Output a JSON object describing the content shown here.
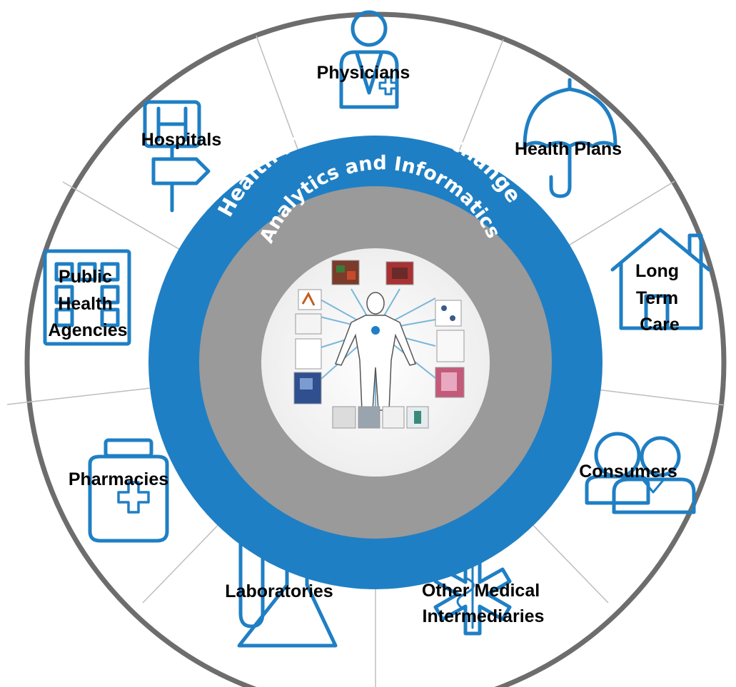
{
  "colors": {
    "outer_rim": "#6d6d6d",
    "hie_ring": "#1f7fc4",
    "analytics_ring": "#9a9a9a",
    "center": "#f7f7f7",
    "icon": "#1f7fc4"
  },
  "rings": {
    "outer": "Health Information Exchange",
    "inner": "Analytics and Informatics"
  },
  "stakeholders": [
    {
      "label": "Physicians",
      "icon": "physician-icon"
    },
    {
      "label": "Health Plans",
      "icon": "umbrella-icon"
    },
    {
      "label": "Long",
      "label2": "Term",
      "label3": "Care",
      "icon": "house-icon"
    },
    {
      "label": "Consumers",
      "icon": "people-icon"
    },
    {
      "label": "Other Medical",
      "label2": "Intermediaries",
      "icon": "star-of-life-icon"
    },
    {
      "label": "Laboratories",
      "icon": "lab-flask-icon"
    },
    {
      "label": "Pharmacies",
      "icon": "medicine-jar-icon"
    },
    {
      "label": "Public",
      "label2": "Health",
      "label3": "Agencies",
      "icon": "building-icon"
    },
    {
      "label": "Hospitals",
      "icon": "hospital-sign-icon"
    }
  ],
  "center": {
    "icon": "human-body-data-icon"
  }
}
